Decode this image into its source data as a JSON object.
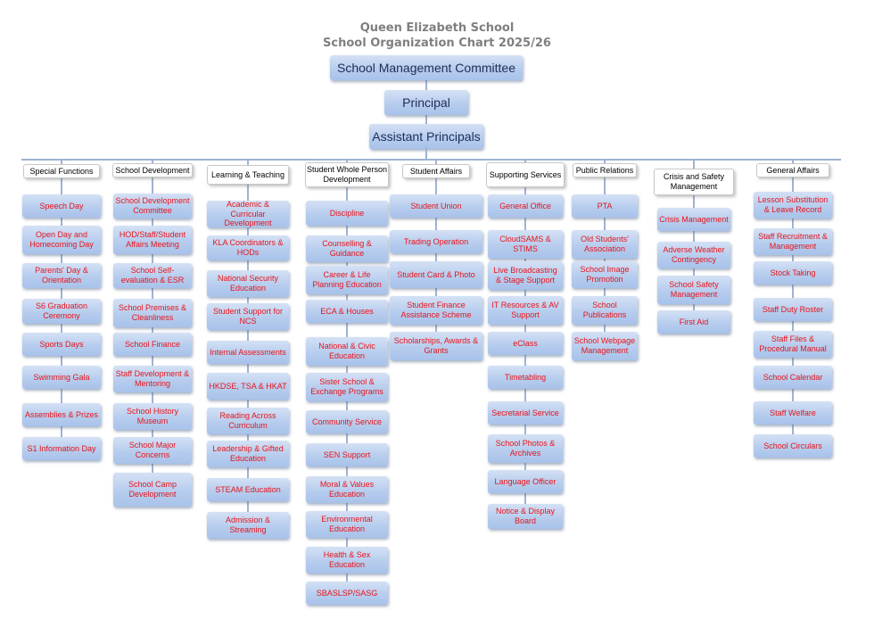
{
  "title": "Queen Elizabeth School",
  "subtitle": "School Organization Chart 2025/26",
  "top_boxes": [
    "School Management Committee",
    "Principal",
    "Assistant Principals"
  ],
  "columns": [
    {
      "header": "Special Functions",
      "items": [
        "Speech Day",
        "Open Day and Homecoming Day",
        "Parents' Day & Orientation",
        "S6 Graduation Ceremony",
        "Sports Days",
        "Swimming Gala",
        "Assemblies & Prizes",
        "S1 Information Day"
      ]
    },
    {
      "header": "School Development",
      "items": [
        "School Development Committee",
        "HOD/Staff/Student Affairs Meeting",
        "School Self-evaluation & ESR",
        "School Premises & Cleanliness",
        "School Finance",
        "Staff Development & Mentoring",
        "School History Museum",
        "School Major Concerns",
        "School Camp Development"
      ]
    },
    {
      "header": "Learning & Teaching",
      "items": [
        "Academic & Curricular Development",
        "KLA Coordinators & HODs",
        "National Security Education",
        "Student Support for NCS",
        "Internal Assessments",
        "HKDSE, TSA & HKAT",
        "Reading Across Curriculum",
        "Leadership & Gifted Education",
        "STEAM Education",
        "Admission & Streaming"
      ]
    },
    {
      "header": "Student Whole Person Development",
      "items": [
        "Discipline",
        "Counselling & Guidance",
        "Career & Life Planning Education",
        "ECA & Houses",
        "National & Civic Education",
        "Sister School & Exchange Programs",
        "Community Service",
        "SEN Support",
        "Moral & Values Education",
        "Environmental Education",
        "Health & Sex Education",
        "SBASLSP/SASG"
      ]
    },
    {
      "header": "Student Affairs",
      "items": [
        "Student Union",
        "Trading Operation",
        "Student Card & Photo",
        "Student Finance Assistance Scheme",
        "Scholarships, Awards & Grants"
      ]
    },
    {
      "header": "Supporting Services",
      "items": [
        "General Office",
        "CloudSAMS & STIMS",
        "Live Broadcasting & Stage Support",
        "IT Resources & AV Support",
        "eClass",
        "Timetabling",
        "Secretarial Service",
        "School Photos & Archives",
        "Language Officer",
        "Notice & Display Board"
      ]
    },
    {
      "header": "Public Relations",
      "items": [
        "PTA",
        "Old Students' Association",
        "School Image Promotion",
        "School Publications",
        "School Webpage Management"
      ]
    },
    {
      "header": "Crisis and Safety Management",
      "items": [
        "Crisis Management",
        "Adverse Weather Contingency",
        "School Safety Management",
        "First Aid"
      ]
    },
    {
      "header": "General Affairs",
      "items": [
        "Lesson Substitution & Leave Record",
        "Staff Recruitment & Management",
        "Stock Taking",
        "Staff Duty Roster",
        "Staff Files & Procedural Manual",
        "School Calendar",
        "Staff Welfare",
        "School Circulars"
      ]
    }
  ]
}
